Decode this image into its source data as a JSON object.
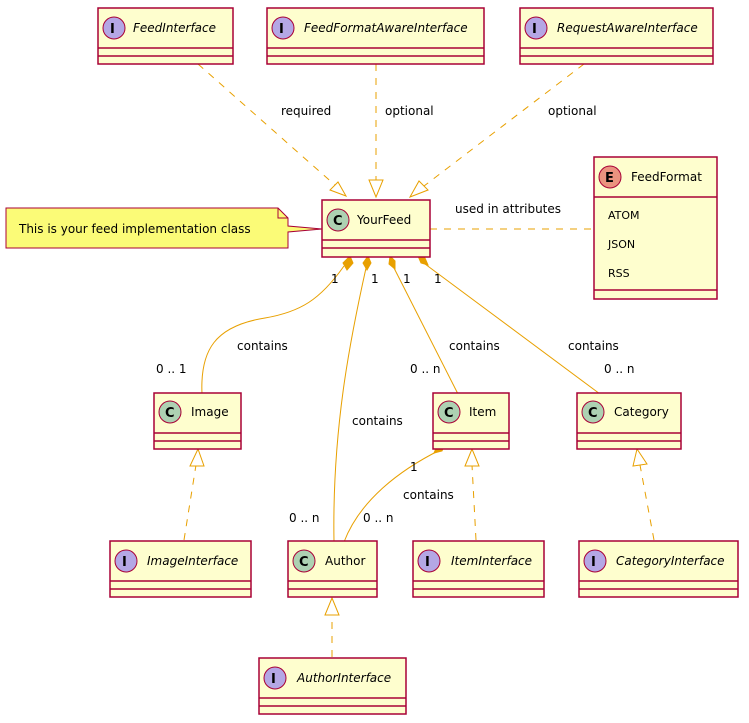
{
  "classes": {
    "feed_interface": "FeedInterface",
    "feed_format_aware_interface": "FeedFormatAwareInterface",
    "request_aware_interface": "RequestAwareInterface",
    "your_feed": "YourFeed",
    "feed_format": "FeedFormat",
    "image": "Image",
    "item": "Item",
    "category": "Category",
    "author": "Author",
    "image_interface": "ImageInterface",
    "item_interface": "ItemInterface",
    "category_interface": "CategoryInterface",
    "author_interface": "AuthorInterface"
  },
  "badges": {
    "class": "C",
    "interface": "I",
    "enum": "E"
  },
  "enum_values": [
    "ATOM",
    "JSON",
    "RSS"
  ],
  "note": "This is your feed implementation class",
  "labels": {
    "required": "required",
    "optional_1": "optional",
    "optional_2": "optional",
    "used_in_attributes": "used in attributes",
    "contains_image": "contains",
    "contains_author": "contains",
    "contains_item": "contains",
    "contains_category": "contains",
    "contains_item_author": "contains"
  },
  "multiplicities": {
    "yf_image": "1",
    "yf_author": "1",
    "yf_item": "1",
    "yf_category": "1",
    "image_end": "0 .. 1",
    "item_end": "0 .. n",
    "category_end": "0 .. n",
    "author_end_from_yourfeed": "0 .. n",
    "item_author_start": "1",
    "author_end_from_item": "0 .. n"
  },
  "colors": {
    "class_fill": "#FEFECE",
    "border": "#A80036",
    "edge": "#E8A000",
    "class_badge": "#ADD1B2",
    "interface_badge": "#B4A7E5",
    "enum_badge": "#EB937F",
    "note_fill": "#FBFB77"
  }
}
